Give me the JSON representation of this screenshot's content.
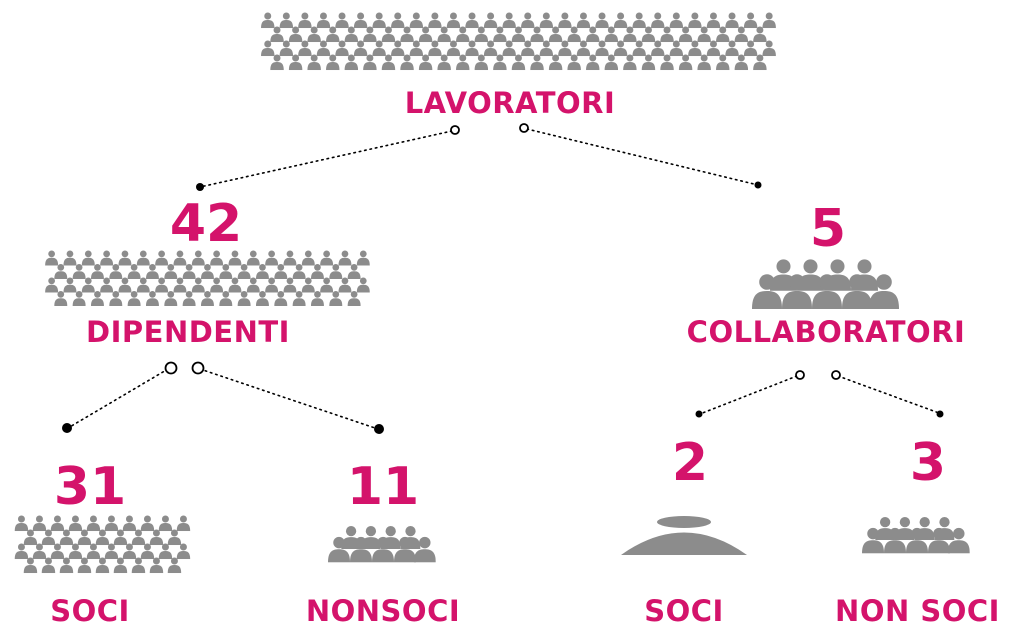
{
  "tree": {
    "root": {
      "label": "LAVORATORI"
    },
    "left": {
      "count": "42",
      "label": "DIPENDENTI"
    },
    "right": {
      "count": "5",
      "label": "COLLABORATORI"
    },
    "left_soci": {
      "count": "31",
      "label": "SOCI"
    },
    "left_non_soci": {
      "count": "11",
      "label": "NONSOCI"
    },
    "right_soci": {
      "count": "2",
      "label": "SOCI"
    },
    "right_non_soci": {
      "count": "3",
      "label": "NON SOCI"
    }
  },
  "colors": {
    "accent": "#d4136b",
    "icon": "#8c8c8c",
    "connector": "#000000"
  },
  "icons": [
    "crowd-icon",
    "people-group-icon",
    "shadow-disc-icon"
  ]
}
